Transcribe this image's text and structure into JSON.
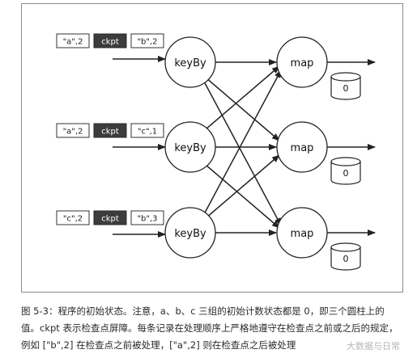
{
  "rows": [
    {
      "records": [
        "\"a\",2",
        "ckpt",
        "\"b\",2"
      ],
      "source": "keyBy",
      "sink": "map",
      "state": "0"
    },
    {
      "records": [
        "\"a\",2",
        "ckpt",
        "\"c\",1"
      ],
      "source": "keyBy",
      "sink": "map",
      "state": "0"
    },
    {
      "records": [
        "\"c\",2",
        "ckpt",
        "\"b\",3"
      ],
      "source": "keyBy",
      "sink": "map",
      "state": "0"
    }
  ],
  "caption": "图 5-3：程序的初始状态。注意，a、b、c 三组的初始计数状态都是 0，即三个圆柱上的值。ckpt 表示检查点屏障。每条记录在处理顺序上严格地遵守在检查点之前或之后的规定，例如 [\"b\",2] 在检查点之前被处理，[\"a\",2] 则在检查点之后被处理",
  "watermark": "大数据与日常"
}
